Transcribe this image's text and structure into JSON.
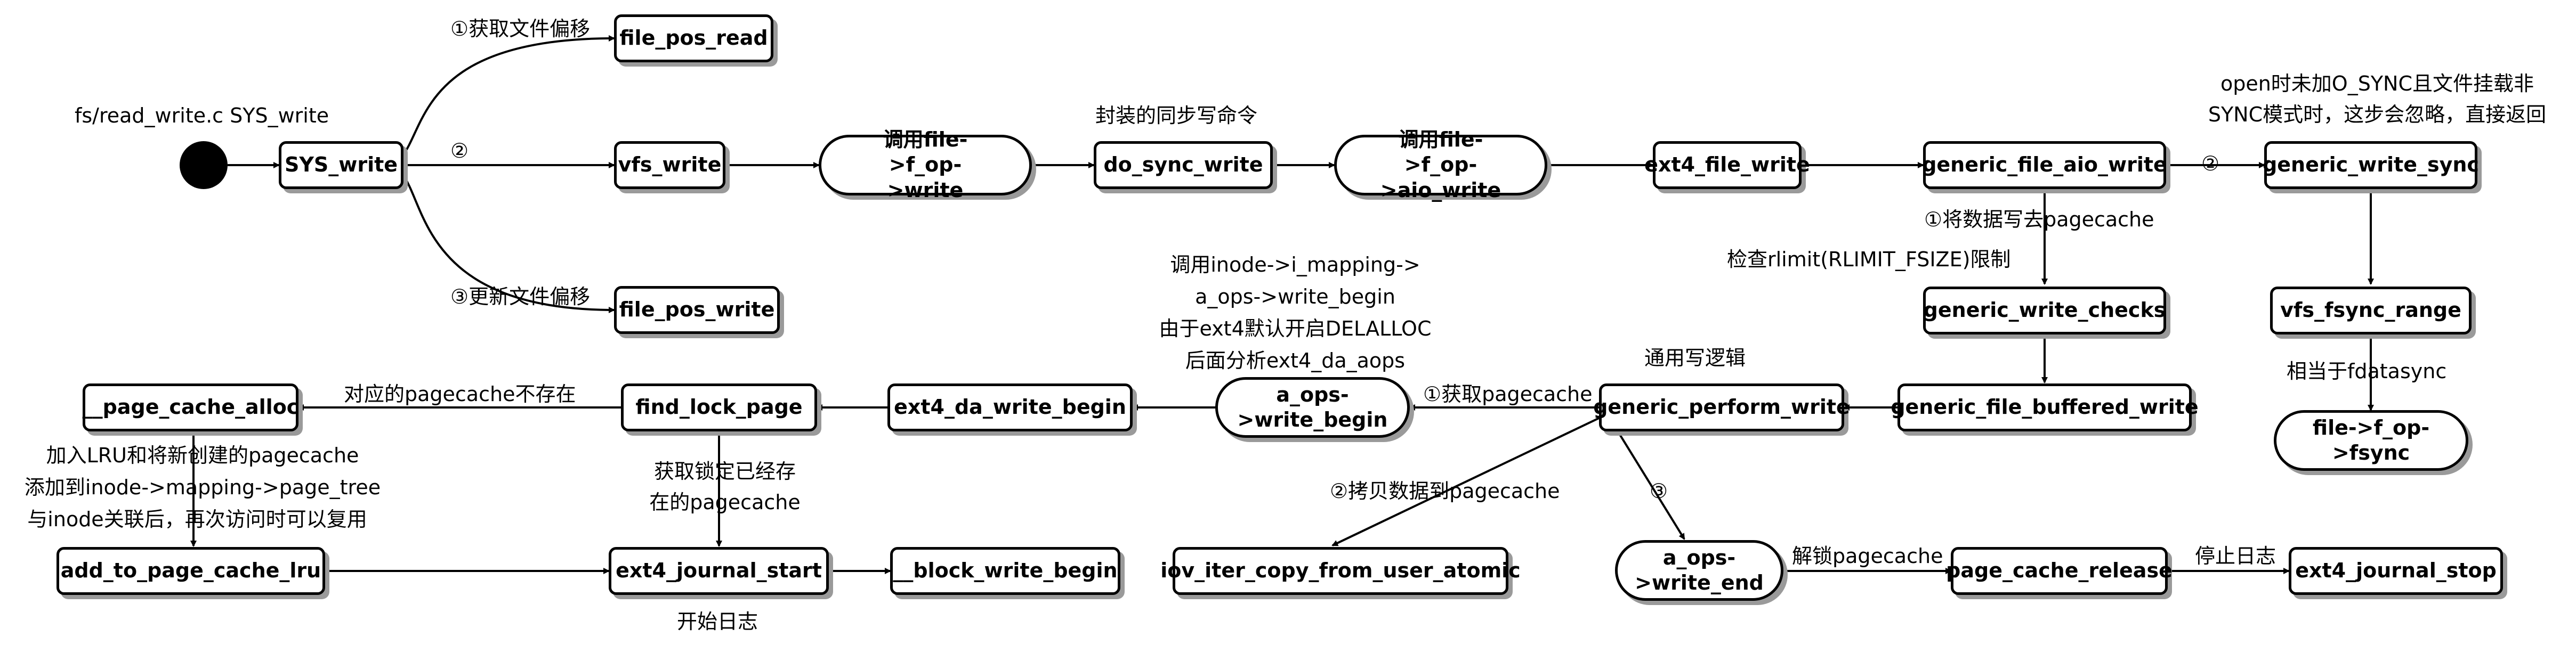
{
  "nodes": {
    "sys_write": "SYS_write",
    "file_pos_read": "file_pos_read",
    "vfs_write": "vfs_write",
    "file_pos_write": "file_pos_write",
    "call_f_op_write": "调用file->f_op->write",
    "do_sync_write": "do_sync_write",
    "call_f_op_aio_write": "调用file->f_op->aio_write",
    "ext4_file_write": "ext4_file_write",
    "generic_file_aio_write": "generic_file_aio_write",
    "generic_write_sync": "generic_write_sync",
    "generic_write_checks": "generic_write_checks",
    "vfs_fsync_range": "vfs_fsync_range",
    "file_f_op_fsync": "file->f_op->fsync",
    "generic_file_buffered_write": "generic_file_buffered_write",
    "generic_perform_write": "generic_perform_write",
    "a_ops_write_begin": "a_ops->write_begin",
    "ext4_da_write_begin": "ext4_da_write_begin",
    "find_lock_page": "find_lock_page",
    "page_cache_alloc": "__page_cache_alloc",
    "add_to_page_cache_lru": "add_to_page_cache_lru",
    "ext4_journal_start": "ext4_journal_start",
    "block_write_begin": "__block_write_begin",
    "iov_iter_copy_from_user_atomic": "iov_iter_copy_from_user_atomic",
    "a_ops_write_end": "a_ops->write_end",
    "page_cache_release": "page_cache_release",
    "ext4_journal_stop": "ext4_journal_stop"
  },
  "labels": {
    "source_file": "fs/read_write.c SYS_write",
    "get_file_offset": "①获取文件偏移",
    "step_two_vfs": "②",
    "update_file_offset": "③更新文件偏移",
    "sync_write_wrapper": "封装的同步写命令",
    "o_sync_note": [
      "open时未加O_SYNC且文件挂载非",
      "SYNC模式时，这步会忽略，直接返回"
    ],
    "step_two_sync": "②",
    "write_to_pagecache": "①将数据写去pagecache",
    "check_rlimit": "检查rlimit(RLIMIT_FSIZE)限制",
    "fdatasync_equiv": "相当于fdatasync",
    "general_write_logic": "通用写逻辑",
    "write_begin_note": [
      "调用inode->i_mapping->",
      "a_ops->write_begin",
      "由于ext4默认开启DELALLOC",
      "后面分析ext4_da_aops"
    ],
    "get_pagecache": "①获取pagecache",
    "pagecache_missing": "对应的pagecache不存在",
    "lru_note": [
      "加入LRU和将新创建的pagecache",
      "添加到inode->mapping->page_tree",
      "与inode关联后，再次访问时可以复用"
    ],
    "get_locked_pagecache": [
      "获取锁定已经存",
      "在的pagecache"
    ],
    "copy_to_pagecache": "②拷贝数据到pagecache",
    "step_three": "③",
    "unlock_pagecache": "解锁pagecache",
    "stop_journal": "停止日志",
    "start_journal": "开始日志"
  },
  "colors": {
    "line": "#000000",
    "shadow": "#9a9a9a",
    "background": "#ffffff"
  }
}
